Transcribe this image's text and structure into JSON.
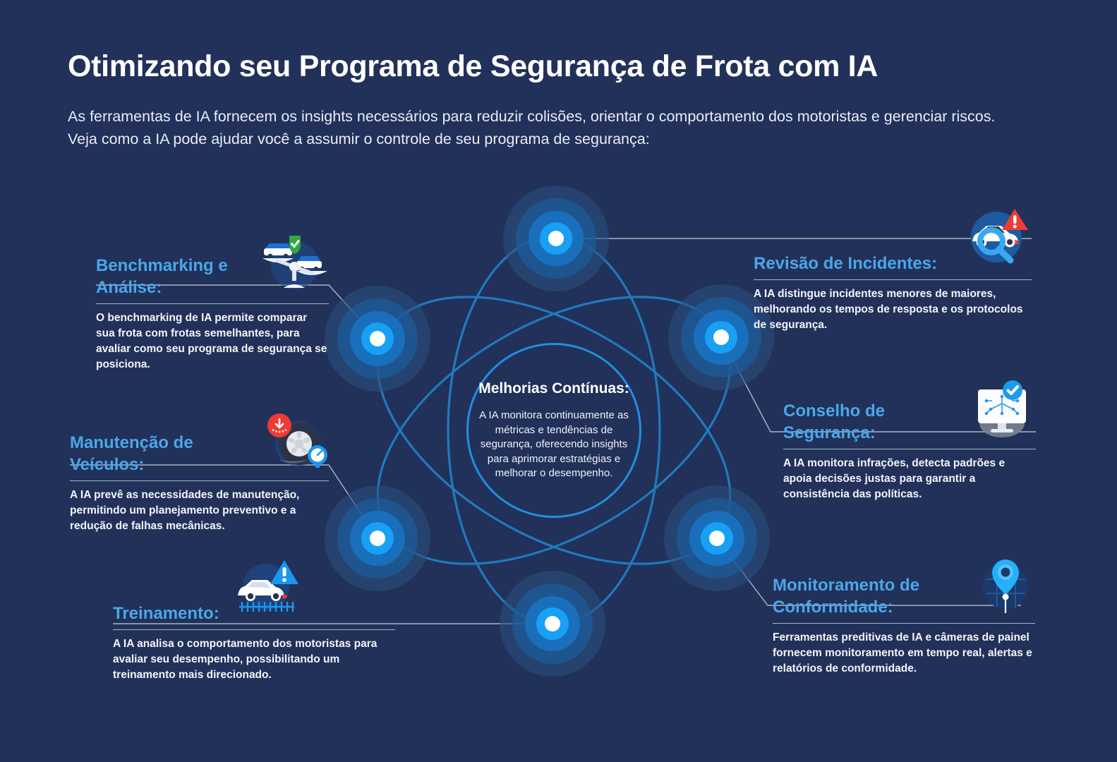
{
  "header": {
    "title": "Otimizando seu Programa de Segurança de Frota com IA",
    "intro_line1": "As ferramentas de IA fornecem os insights necessários para reduzir colisões, orientar o comportamento dos motoristas e gerenciar riscos.",
    "intro_line2": "Veja como a IA pode ajudar você a assumir o controle de seu programa de segurança:"
  },
  "center": {
    "title": "Melhorias Contínuas:",
    "body": "A IA monitora continuamente as métricas e tendências de segurança, oferecendo insights para aprimorar estratégias e melhorar o desempenho."
  },
  "callouts": [
    {
      "id": "benchmarking",
      "heading": "Benchmarking e Análise:",
      "body": "O benchmarking de IA permite comparar sua frota com frotas semelhantes, para avaliar como seu programa de segurança se posiciona.",
      "icon": "balance-scale-vehicles-icon"
    },
    {
      "id": "manutencao",
      "heading": "Manutenção de Veículos:",
      "body": "A IA prevê as necessidades de manutenção, permitindo um planejamento preventivo e a redução de falhas mecânicas.",
      "icon": "tire-pressure-icon"
    },
    {
      "id": "treinamento",
      "heading": "Treinamento:",
      "body": "A IA analisa o comportamento dos motoristas para avaliar seu desempenho, possibilitando um treinamento mais direcionado.",
      "icon": "car-warning-icon"
    },
    {
      "id": "revisao-incidentes",
      "heading": "Revisão de Incidentes:",
      "body": "A IA distingue incidentes menores de maiores, melhorando os tempos de resposta e os protocolos de segurança.",
      "icon": "truck-magnifier-icon"
    },
    {
      "id": "conselho-seguranca",
      "heading": "Conselho de Segurança:",
      "body": "A IA monitora infrações, detecta padrões e apoia decisões justas para garantir a consistência das políticas.",
      "icon": "monitor-ai-check-icon"
    },
    {
      "id": "monitoramento-conformidade",
      "heading": "Monitoramento de Conformidade:",
      "body": "Ferramentas preditivas de IA e câmeras de painel fornecem monitoramento em tempo real, alertas e relatórios de conformidade.",
      "icon": "map-pin-icon"
    }
  ],
  "colors": {
    "background": "#223159",
    "heading_accent": "#4aa7ea",
    "node_core": "#ffffff",
    "node_glow": "#18a0f5",
    "orbit": "#1f7ec4",
    "center_ring": "#1f8fe0",
    "divider": "#aab4c8",
    "alert_red": "#ee3b33",
    "shield_green": "#2fa83f"
  }
}
